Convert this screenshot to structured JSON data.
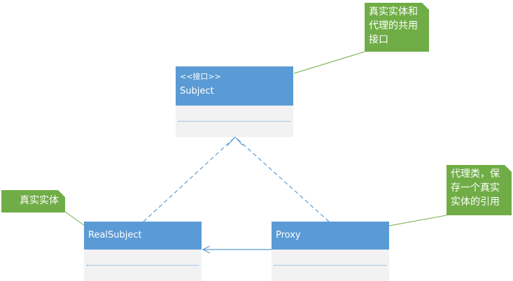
{
  "classes": {
    "subject": {
      "stereotype": "<<接口>>",
      "name": "Subject"
    },
    "real_subject": {
      "name": "RealSubject"
    },
    "proxy": {
      "name": "Proxy"
    }
  },
  "notes": {
    "subject_note": [
      "真实实体和",
      "代理的共用",
      "接口"
    ],
    "real_subject_note": [
      "真实实体"
    ],
    "proxy_note": [
      "代理类，保",
      "存一个真实",
      "实体的引用"
    ]
  },
  "colors": {
    "class_header": "#5b9bd5",
    "class_body": "#f2f2f2",
    "note_fill": "#70ad47",
    "connector": "#5b9bd5"
  }
}
